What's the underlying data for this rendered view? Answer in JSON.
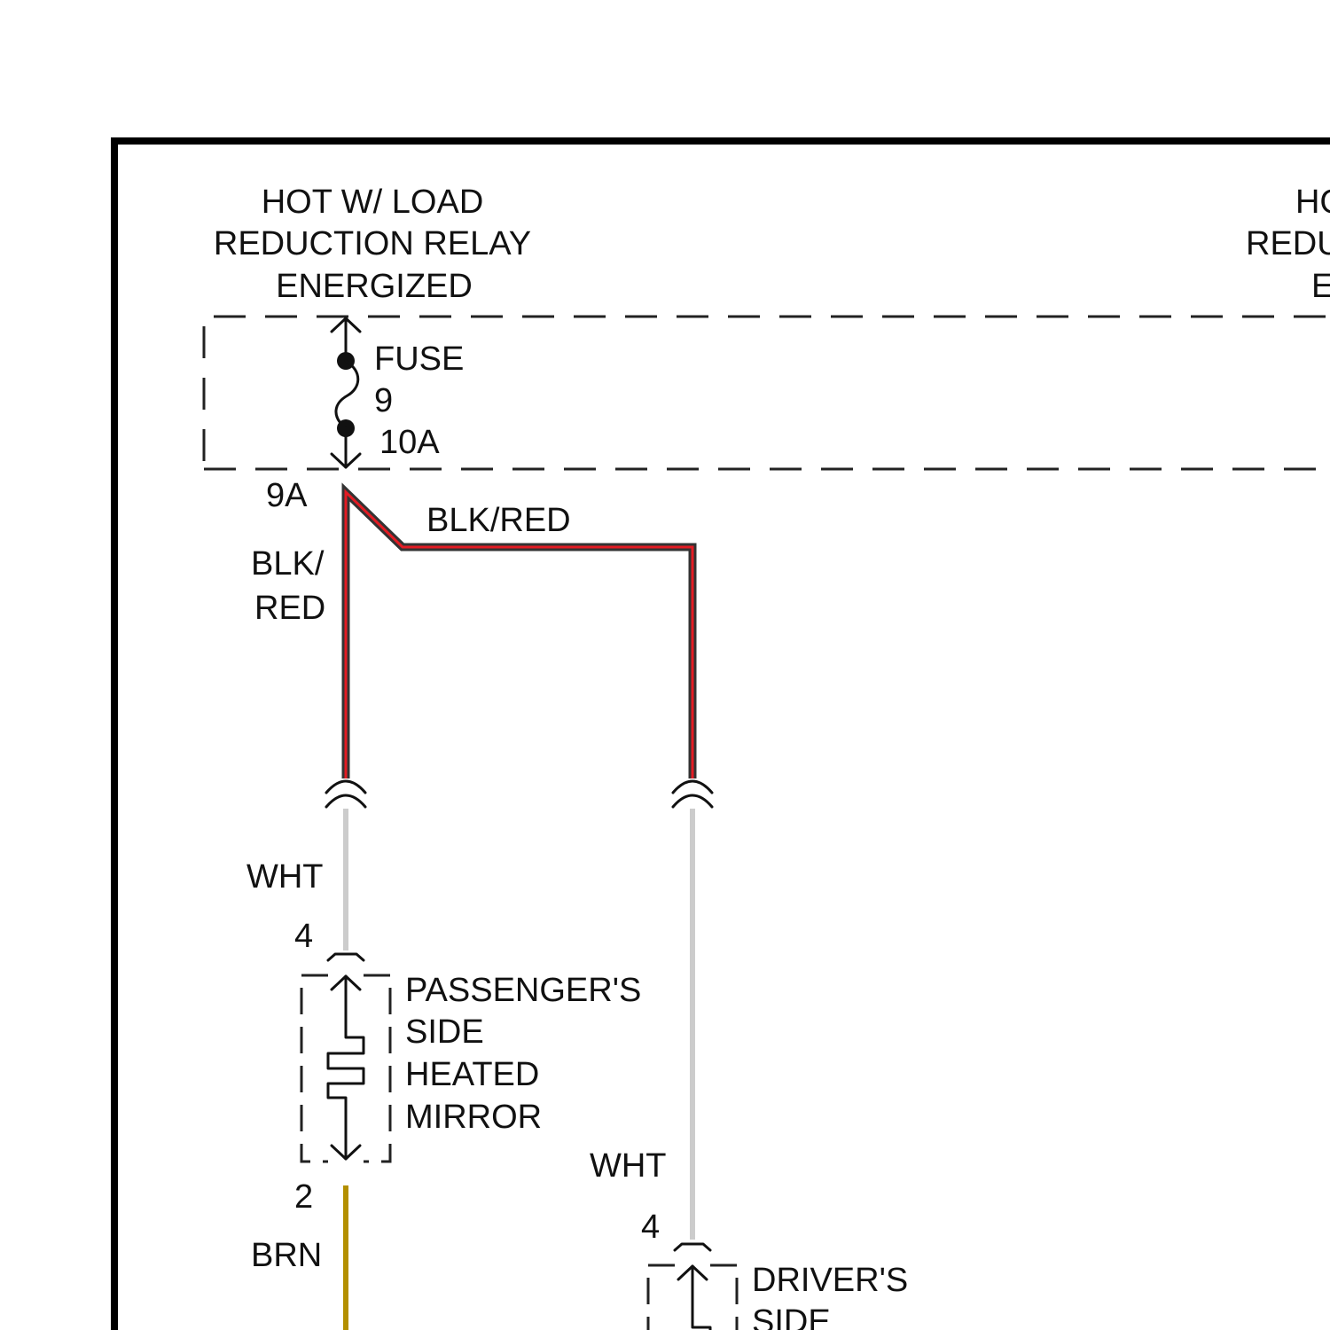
{
  "colors": {
    "frame": "#000000",
    "wire_blk_red_outer": "#333333",
    "wire_blk_red_inner": "#e31b23",
    "wire_wht": "#cccccc",
    "wire_brn": "#b38f00"
  },
  "header": {
    "left_line1": "HOT W/ LOAD",
    "left_line2": "REDUCTION RELAY",
    "left_line3": "ENERGIZED",
    "right_line1": "HOT W/ LOAD",
    "right_line2": "REDUCTION RELAY",
    "right_line3": "ENERGIZED"
  },
  "fuse": {
    "label": "FUSE",
    "number": "9",
    "rating": "10A",
    "terminal": "9A"
  },
  "wires": {
    "left_top": {
      "line1": "BLK/",
      "line2": "RED"
    },
    "branch": "BLK/RED",
    "left_mid": "WHT",
    "right_mid": "WHT",
    "left_bottom": "BRN"
  },
  "passenger_mirror": {
    "pin_top": "4",
    "pin_bottom": "2",
    "line1": "PASSENGER'S",
    "line2": "SIDE",
    "line3": "HEATED",
    "line4": "MIRROR"
  },
  "driver_mirror": {
    "pin_top": "4",
    "line1": "DRIVER'S",
    "line2": "SIDE"
  }
}
